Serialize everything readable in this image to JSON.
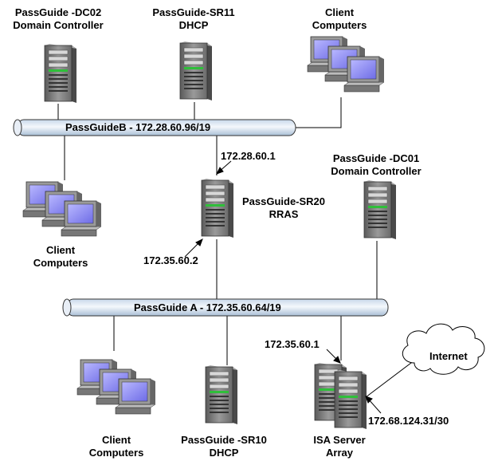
{
  "network_b": {
    "label": "PassGuideB - 172.28.60.96/19"
  },
  "network_a": {
    "label": "PassGuide A - 172.35.60.64/19"
  },
  "dc02": {
    "name": "PassGuide -DC02",
    "role": "Domain Controller"
  },
  "sr11": {
    "name": "PassGuide-SR11",
    "role": "DHCP"
  },
  "clients_top_right": {
    "line1": "Client",
    "line2": "Computers"
  },
  "clients_left": {
    "line1": "Client",
    "line2": "Computers"
  },
  "sr20": {
    "name": "PassGuide-SR20",
    "role": "RRAS",
    "ip_b": "172.28.60.1",
    "ip_a": "172.35.60.2"
  },
  "dc01": {
    "name": "PassGuide -DC01",
    "role": "Domain Controller"
  },
  "clients_bottom": {
    "line1": "Client",
    "line2": "Computers"
  },
  "sr10": {
    "name": "PassGuide -SR10",
    "role": "DHCP"
  },
  "isa": {
    "line1": "ISA Server",
    "line2": "Array",
    "ip_a": "172.35.60.1",
    "ip_ext": "172.68.124.31/30"
  },
  "internet": {
    "label": "Internet"
  },
  "colors": {
    "backbone": "#d8e6f4",
    "server": "#8a8a8a",
    "screen": "#8a88ee",
    "line": "#000000"
  }
}
